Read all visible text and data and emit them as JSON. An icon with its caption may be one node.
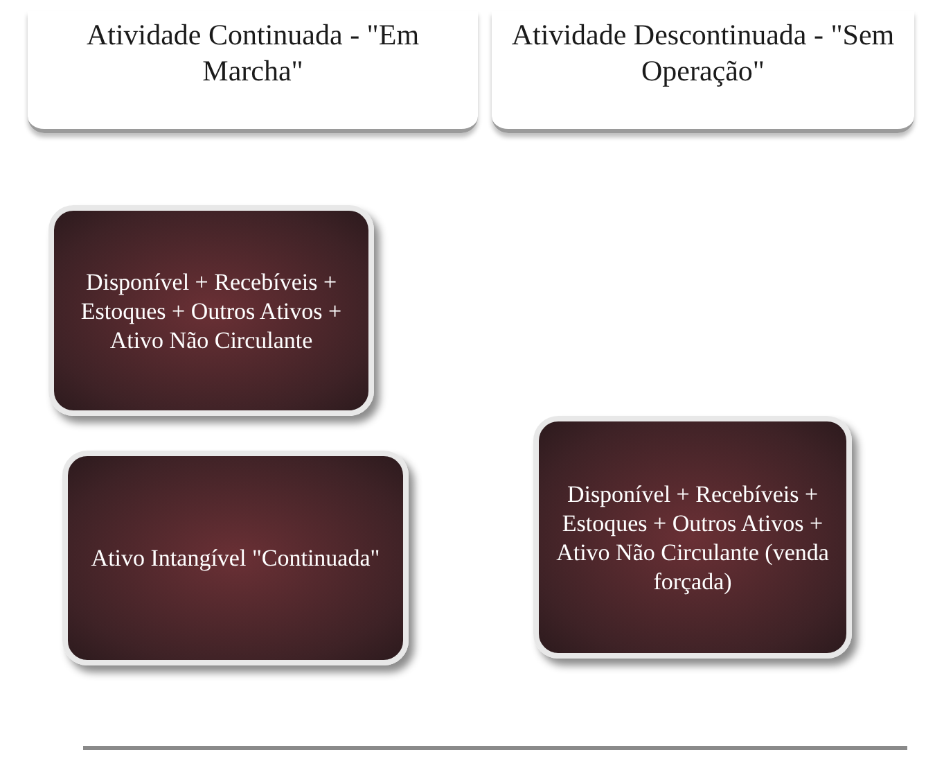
{
  "diagram": {
    "nodes": [
      {
        "text": [
          "Atividade Continuada - \"Em Marcha\""
        ]
      },
      {
        "text": [
          "Atividade Descontinuada - \"Sem Operação\""
        ]
      },
      {
        "text": [
          "Disponível + Recebíveis + Estoques + Outros Ativos + Ativo Não Circulante"
        ]
      },
      {
        "text": [
          "Ativo Intangível \"Continuada\""
        ]
      },
      {
        "text": [
          "Disponível + Recebíveis + Estoques + Outros Ativos + Ativo Não Circulante (venda forçada)"
        ]
      }
    ]
  }
}
